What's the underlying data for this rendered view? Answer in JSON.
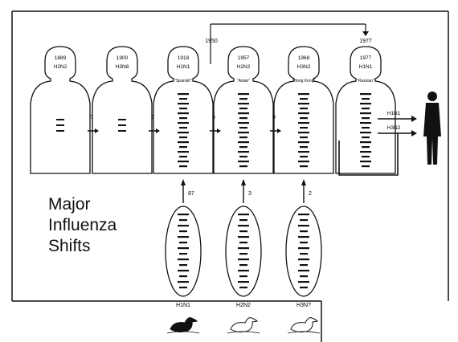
{
  "caption": [
    "Major",
    "Influenza",
    "Shifts"
  ],
  "figures": [
    {
      "year": "1889",
      "subtype": "H2N2",
      "nickname": ""
    },
    {
      "year": "1900",
      "subtype": "H3N8",
      "nickname": ""
    },
    {
      "year": "1918",
      "subtype": "H1N1",
      "nickname": "\"Spanish\""
    },
    {
      "year": "1957",
      "subtype": "H2N2",
      "nickname": "\"Asian\""
    },
    {
      "year": "1968",
      "subtype": "H3N2",
      "nickname": "\"Hong Kong\""
    },
    {
      "year": "1977",
      "subtype": "H1N1",
      "nickname": "\"Russian\""
    }
  ],
  "gap_labels": [
    "?",
    "?",
    "5",
    "8"
  ],
  "top_bracket": {
    "start_year": "1950",
    "end_year": "1977"
  },
  "avian_arrows": [
    "87",
    "3",
    "2"
  ],
  "avian_sources": [
    "H1N1",
    "H2N2",
    "H3N?"
  ],
  "output_labels": [
    "H1N1",
    "H3N2"
  ],
  "colors": {
    "ink": "#111111",
    "bg": "#ffffff"
  }
}
